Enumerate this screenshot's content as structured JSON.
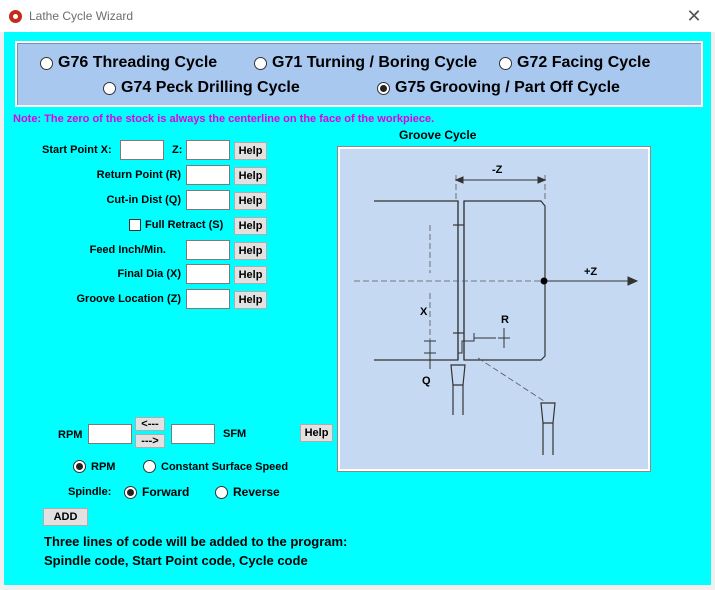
{
  "window": {
    "title": "Lathe Cycle Wizard",
    "close_glyph": "✕"
  },
  "cycles": [
    {
      "label": "G76 Threading Cycle",
      "selected": false
    },
    {
      "label": "G71 Turning / Boring Cycle",
      "selected": false
    },
    {
      "label": "G72 Facing Cycle",
      "selected": false
    },
    {
      "label": "G74 Peck Drilling Cycle",
      "selected": false
    },
    {
      "label": "G75 Grooving / Part Off Cycle",
      "selected": true
    }
  ],
  "note": "Note: The zero of the stock is always the centerline on the face of the workpiece.",
  "fields": {
    "start_x_label": "Start Point X:",
    "start_z_label": "Z:",
    "return_point_label": "Return Point (R)",
    "cut_in_label": "Cut-in Dist (Q)",
    "full_retract_label": "Full Retract (S)",
    "feed_label": "Feed Inch/Min.",
    "final_dia_label": "Final Dia (X)",
    "groove_location_label": "Groove Location (Z)",
    "values": {
      "start_x": "",
      "start_z": "",
      "return_point": "",
      "cut_in": "",
      "feed": "",
      "final_dia": "",
      "groove_location": ""
    }
  },
  "help_label": "Help",
  "speed": {
    "rpm_label": "RPM",
    "sfm_label": "SFM",
    "left_arrow": "<---",
    "right_arrow": "--->",
    "rpm_value": "",
    "sfm_value": "",
    "mode_rpm": "RPM",
    "mode_css": "Constant Surface Speed",
    "mode_selected": "RPM"
  },
  "spindle": {
    "label": "Spindle:",
    "forward": "Forward",
    "reverse": "Reverse",
    "selected": "Forward"
  },
  "add_label": "ADD",
  "info_line1": "Three lines of code will be added to the program:",
  "info_line2": "Spindle code, Start Point code, Cycle code",
  "diagram": {
    "title": "Groove Cycle",
    "labels": {
      "neg_z": "-Z",
      "pos_z": "+Z",
      "x": "X",
      "r": "R",
      "q": "Q"
    }
  },
  "colors": {
    "background": "#00ffff",
    "panel": "#a9c8f0",
    "note": "#e000e0",
    "diagram_bg": "#c6d9f2"
  }
}
